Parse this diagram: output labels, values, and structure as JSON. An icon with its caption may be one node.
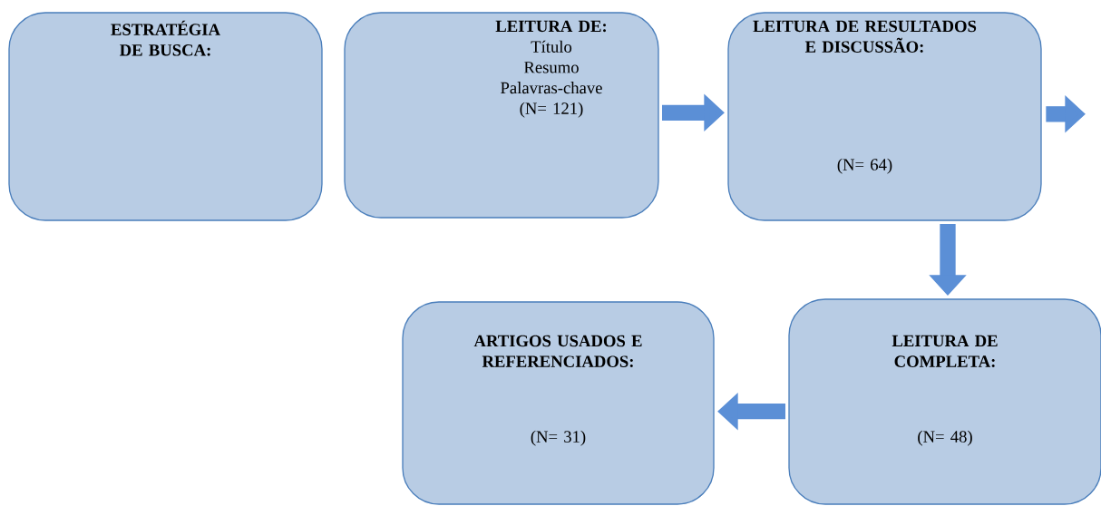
{
  "diagram": {
    "nodes": [
      {
        "text": [
          "ESTRATÉGIA DE BUSCA:"
        ]
      },
      {
        "text": [
          "LEITURA DE:",
          "Título",
          "Resumo",
          "Palavras-chave",
          "(N= 121)"
        ]
      },
      {
        "text": [
          "LEITURA DE RESULTADOS E DISCUSSÃO:",
          "(N= 64)"
        ]
      },
      {
        "text": [
          "ARTIGOS USADOS E REFERENCIADOS:",
          "(N= 31)"
        ]
      },
      {
        "text": [
          "LEITURA DE COMPLETA:",
          "(N= 48)"
        ]
      }
    ],
    "edges": [
      {
        "from": 1,
        "to": 2,
        "arrow": "to"
      },
      {
        "from": 2,
        "to": null,
        "arrow": "to"
      },
      {
        "from": 2,
        "to": 4,
        "arrow": "to"
      },
      {
        "from": 4,
        "to": 3,
        "arrow": "to"
      }
    ]
  }
}
